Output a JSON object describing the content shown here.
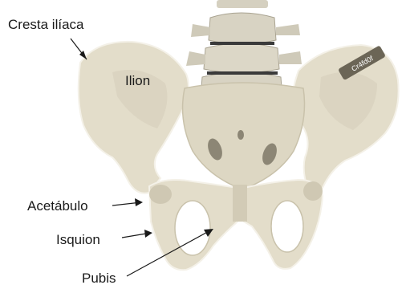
{
  "labels": {
    "cresta_iliaca": "Cresta ilíaca",
    "ilion": "Ilion",
    "acetabulo": "Acetábulo",
    "isquion": "Isquion",
    "pubis": "Pubis",
    "stamp": "Cr4fd0f"
  },
  "colors": {
    "bone": "#e3ddca",
    "bone_shadow": "#c9c2ab",
    "bone_dark": "#9e9784",
    "outline": "#f4f1e8",
    "spine": "#d8d3c3",
    "text": "#1a1a1a"
  }
}
